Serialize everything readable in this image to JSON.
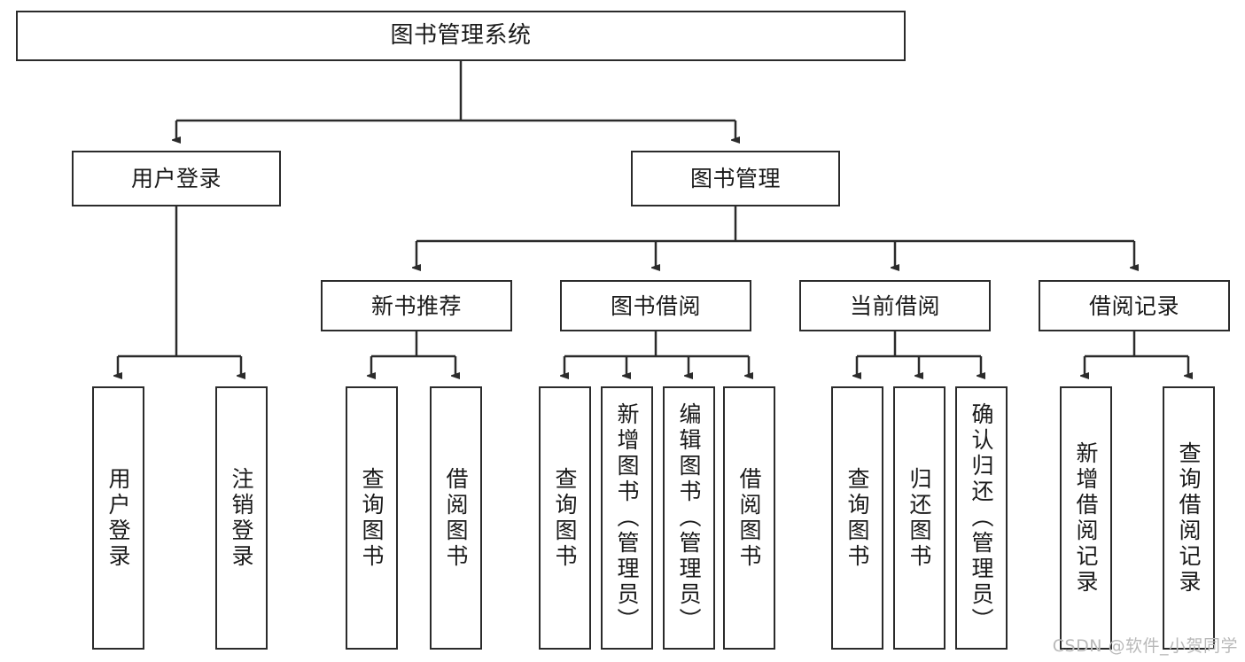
{
  "diagram": {
    "type": "tree-hierarchy",
    "title": "图书管理系统",
    "watermark": "CSDN @软件_小贺同学",
    "colors": {
      "box_border": "#2b2b2b",
      "box_fill": "#ffffff",
      "connector": "#2b2b2b",
      "text": "#1a1a1a",
      "watermark": "#b9b9b9",
      "background": "#ffffff"
    },
    "root": {
      "label": "图书管理系统"
    },
    "level1": [
      {
        "label": "用户登录"
      },
      {
        "label": "图书管理"
      }
    ],
    "level2": [
      {
        "label": "新书推荐"
      },
      {
        "label": "图书借阅"
      },
      {
        "label": "当前借阅"
      },
      {
        "label": "借阅记录"
      }
    ],
    "leaves": {
      "user_login": [
        {
          "label": "用户登录"
        },
        {
          "label": "注销登录"
        }
      ],
      "new_book_recommend": [
        {
          "label": "查询图书"
        },
        {
          "label": "借阅图书"
        }
      ],
      "book_borrow": [
        {
          "label": "查询图书"
        },
        {
          "label": "新增图书（管理员）"
        },
        {
          "label": "编辑图书（管理员）"
        },
        {
          "label": "借阅图书"
        }
      ],
      "current_borrow": [
        {
          "label": "查询图书"
        },
        {
          "label": "归还图书"
        },
        {
          "label": "确认归还（管理员）"
        }
      ],
      "borrow_record": [
        {
          "label": "新增借阅记录"
        },
        {
          "label": "查询借阅记录"
        }
      ]
    }
  }
}
